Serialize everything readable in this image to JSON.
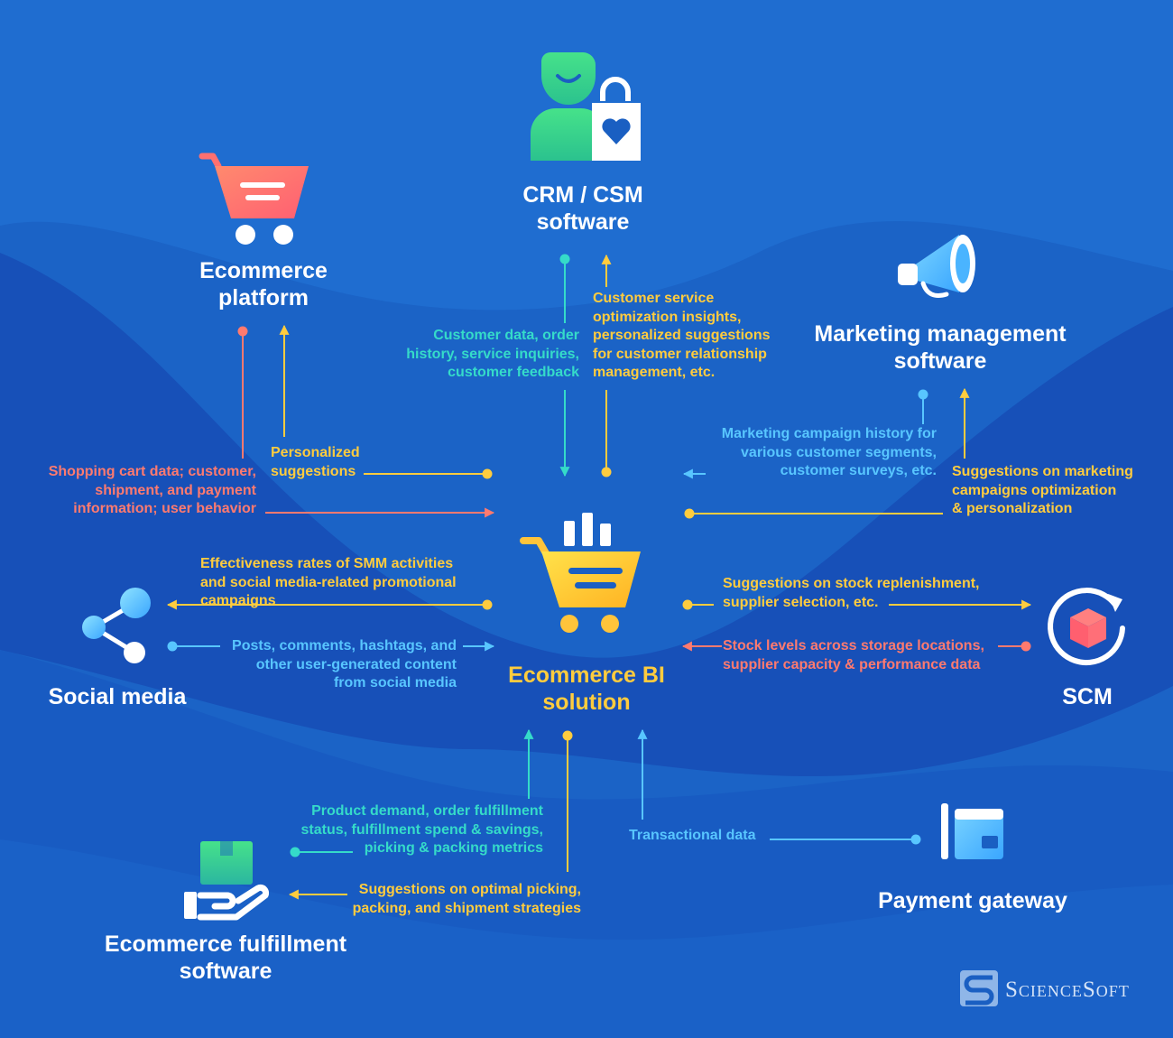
{
  "colors": {
    "background": "#1a5fc2",
    "yellow": "#ffcc3e",
    "teal": "#35dbc9",
    "sky": "#58c6ff",
    "salmon": "#ff7a6f",
    "white": "#ffffff"
  },
  "nodes": {
    "center": {
      "title": "Ecommerce BI\nsolution",
      "icon": "cart-chart-icon"
    },
    "crm": {
      "title": "CRM / CSM\nsoftware",
      "icon": "customer-bag-icon"
    },
    "ecommerce_platform": {
      "title": "Ecommerce\nplatform",
      "icon": "shopping-cart-icon"
    },
    "marketing": {
      "title": "Marketing management\nsoftware",
      "icon": "megaphone-icon"
    },
    "social": {
      "title": "Social media",
      "icon": "share-icon"
    },
    "scm": {
      "title": "SCM",
      "icon": "box-cycle-icon"
    },
    "fulfillment": {
      "title": "Ecommerce fulfillment\nsoftware",
      "icon": "hand-package-icon"
    },
    "payment": {
      "title": "Payment gateway",
      "icon": "wallet-icon"
    }
  },
  "flows": {
    "crm_to_bi": "Customer data, order\nhistory, service inquiries,\ncustomer feedback",
    "bi_to_crm": "Customer service\noptimization insights,\npersonalized suggestions\nfor customer relationship\nmanagement, etc.",
    "platform_to_bi": "Shopping cart data; customer,\nshipment, and payment\ninformation; user behavior",
    "bi_to_platform": "Personalized\nsuggestions",
    "marketing_to_bi": "Marketing campaign history for\nvarious customer segments,\ncustomer surveys, etc.",
    "bi_to_marketing": "Suggestions on marketing\ncampaigns optimization\n& personalization",
    "bi_to_social": "Effectiveness rates of SMM activities\nand social media-related promotional\ncampaigns",
    "social_to_bi": "Posts, comments, hashtags, and\nother user-generated content\nfrom social media",
    "bi_to_scm": "Suggestions on stock replenishment,\nsupplier selection, etc.",
    "scm_to_bi": "Stock levels across storage locations,\nsupplier capacity & performance data",
    "fulfillment_to_bi": "Product demand, order fulfillment\nstatus, fulfillment spend & savings,\npicking & packing metrics",
    "bi_to_fulfillment": "Suggestions on optimal picking,\npacking, and shipment strategies",
    "payment_to_bi": "Transactional data"
  },
  "brand": {
    "name": "ScienceSoft",
    "icon": "sciencesoft-logo-icon"
  }
}
